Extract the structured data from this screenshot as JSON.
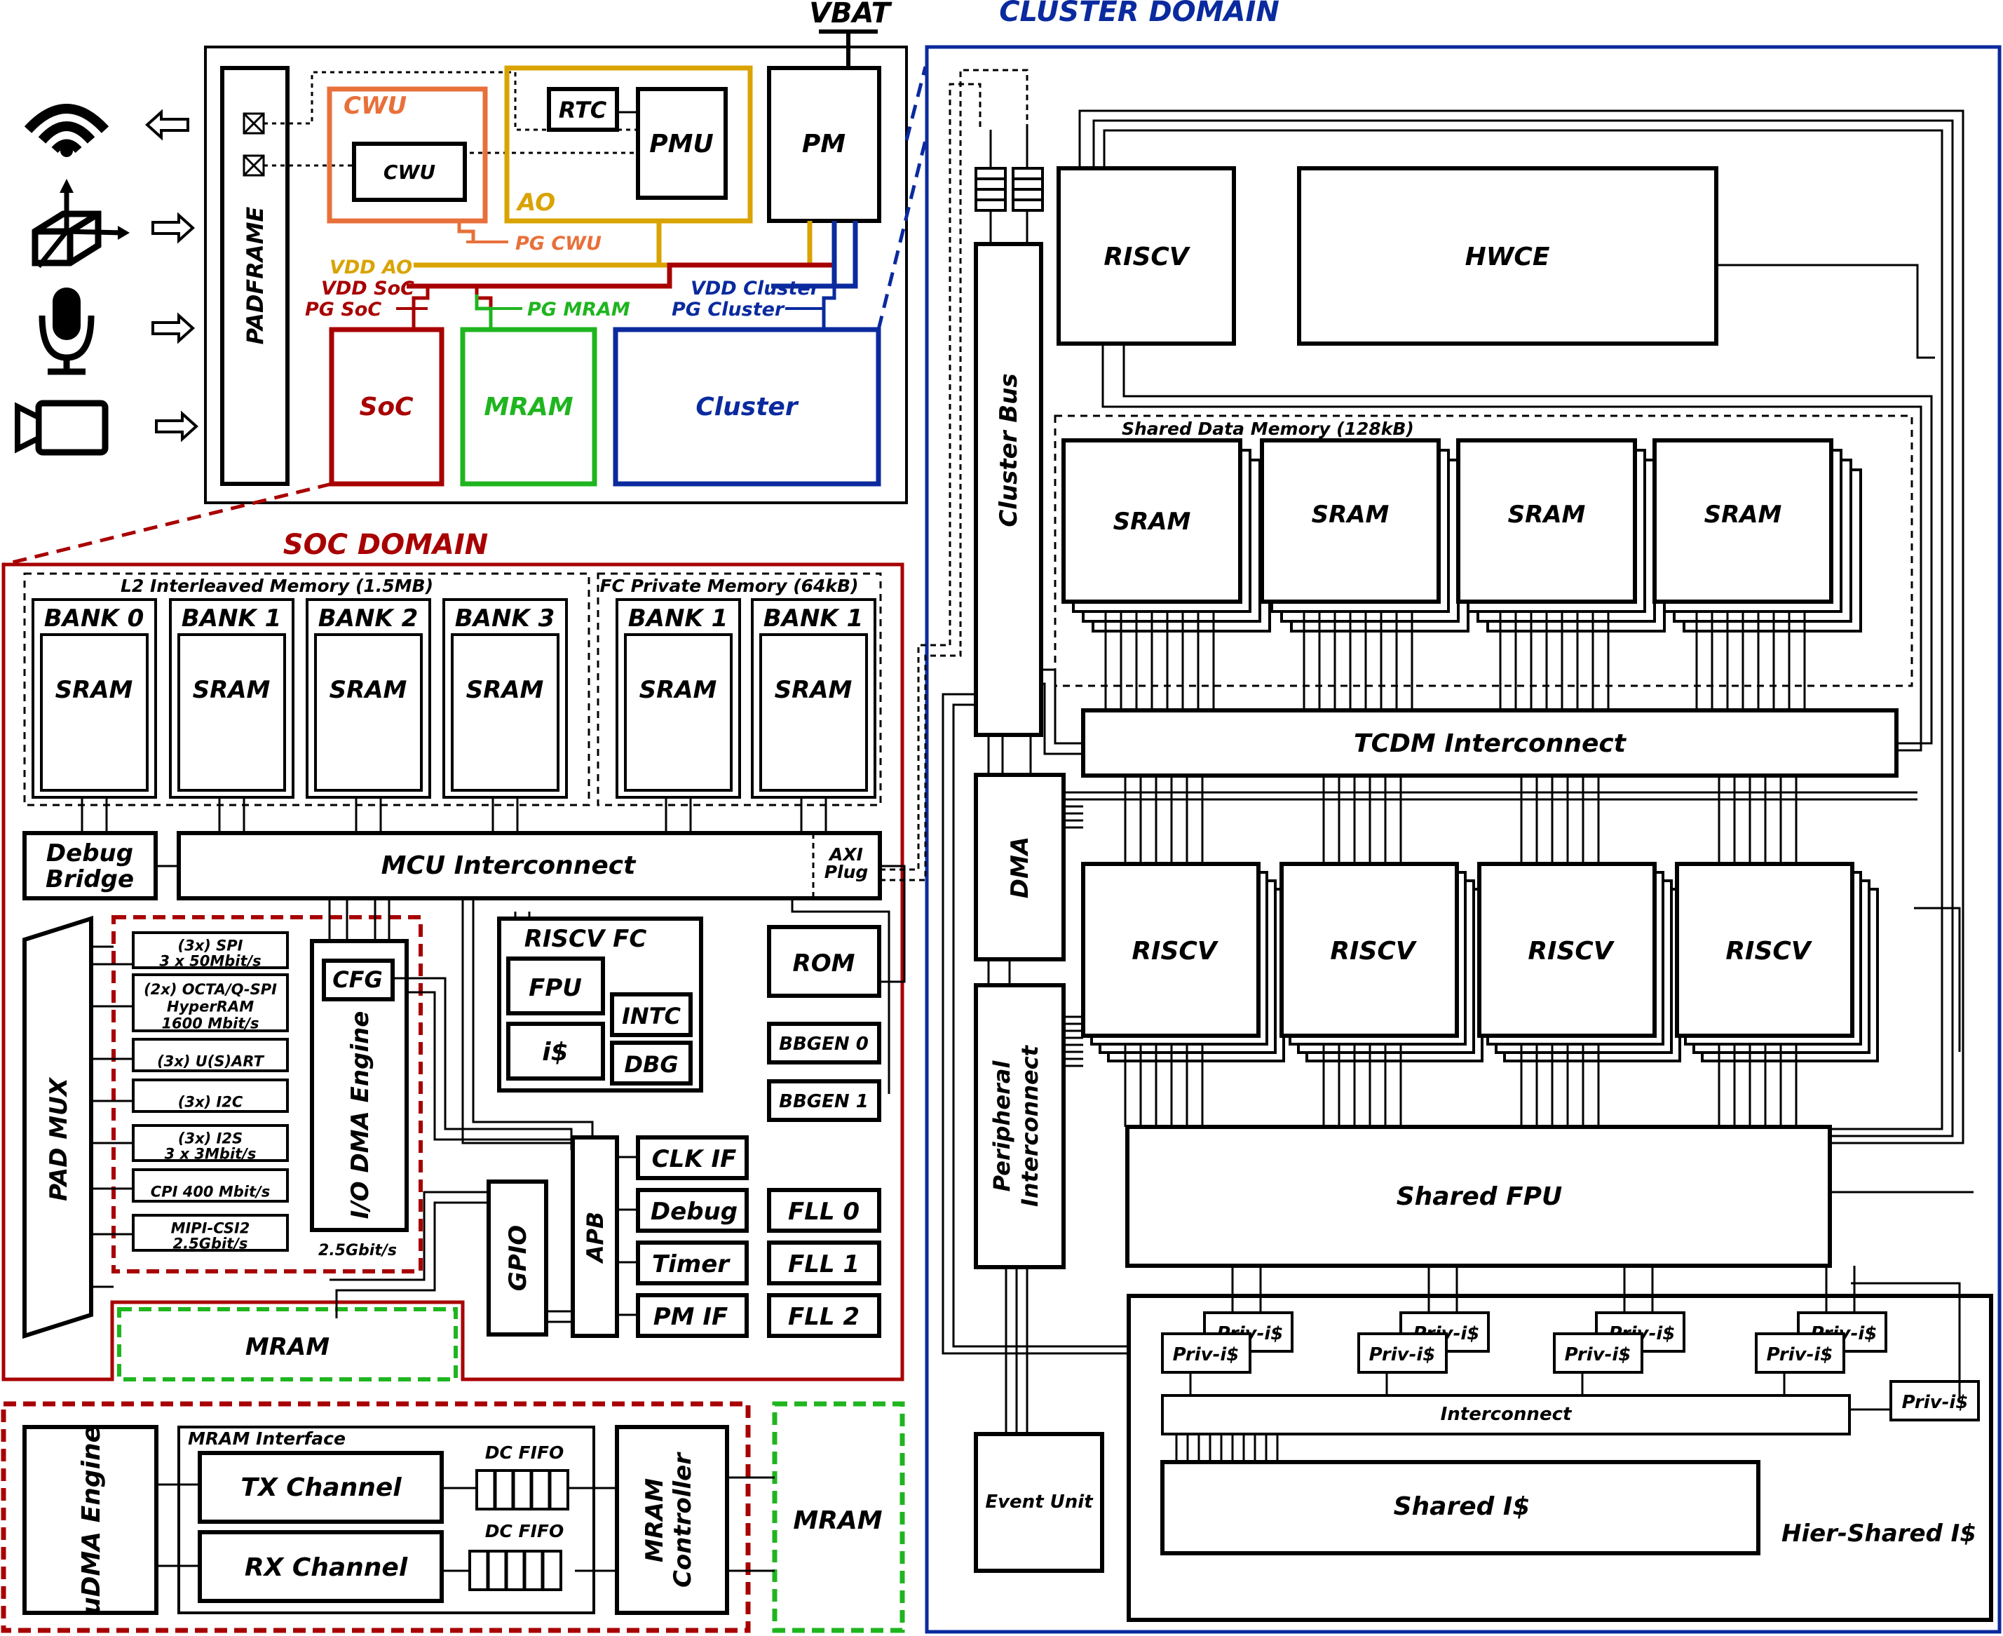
{
  "colors": {
    "soc": "#a80000",
    "mram": "#1fb51f",
    "cluster": "#0a2a9e",
    "ao": "#d9a300",
    "cwu": "#e8703a"
  },
  "icons": [
    "wifi-icon",
    "imu-sensor-icon",
    "microphone-icon",
    "camera-icon"
  ],
  "top": {
    "vbat": "VBAT",
    "padframe": "PADFRAME",
    "cwu_region": "CWU",
    "cwu_block": "CWU",
    "ao_region": "AO",
    "rtc": "RTC",
    "pmu": "PMU",
    "pm": "PM",
    "pg_cwu": "PG CWU",
    "vdd_ao": "VDD AO",
    "vdd_soc": "VDD SoC",
    "pg_soc": "PG SoC",
    "pg_mram": "PG MRAM",
    "vdd_cluster": "VDD Cluster",
    "pg_cluster": "PG Cluster",
    "soc": "SoC",
    "mram": "MRAM",
    "cluster": "Cluster"
  },
  "soc": {
    "title": "SOC DOMAIN",
    "l2_title": "L2 Interleaved Memory (1.5MB)",
    "fc_title": "FC Private Memory (64kB)",
    "l2_banks": [
      "BANK 0",
      "BANK 1",
      "BANK 2",
      "BANK 3"
    ],
    "fc_banks": [
      "BANK 1",
      "BANK 1"
    ],
    "sram": "SRAM",
    "debug_bridge": [
      "Debug",
      "Bridge"
    ],
    "mcu_interconnect": "MCU Interconnect",
    "axi_plug": [
      "AXI",
      "Plug"
    ],
    "pad_mux": "PAD MUX",
    "periph": [
      [
        "(3x) SPI",
        "3 x 50Mbit/s"
      ],
      [
        "(2x) OCTA/Q-SPI",
        "HyperRAM",
        "1600 Mbit/s"
      ],
      [
        "(3x) U(S)ART"
      ],
      [
        "(3x) I2C"
      ],
      [
        "(3x) I2S",
        "3 x 3Mbit/s"
      ],
      [
        "CPI  400 Mbit/s"
      ],
      [
        "MIPI-CSI2",
        "2.5Gbit/s"
      ]
    ],
    "cfg": "CFG",
    "io_dma": "I/O DMA Engine",
    "rate": "2.5Gbit/s",
    "riscv_fc": "RISCV FC",
    "fpu": "FPU",
    "icache": "i$",
    "intc": "INTC",
    "dbg": "DBG",
    "rom": "ROM",
    "bbgen0": "BBGEN 0",
    "bbgen1": "BBGEN 1",
    "gpio": "GPIO",
    "apb": "APB",
    "clk_if": "CLK IF",
    "debug": "Debug",
    "timer": "Timer",
    "pm_if": "PM IF",
    "fll0": "FLL 0",
    "fll1": "FLL 1",
    "fll2": "FLL 2",
    "mram": "MRAM"
  },
  "bottom": {
    "udma": "uDMA Engine",
    "mram_if": "MRAM Interface",
    "tx": "TX Channel",
    "rx": "RX Channel",
    "dc_fifo": "DC FIFO",
    "mram_ctrl": [
      "MRAM",
      "Controller"
    ],
    "mram": "MRAM"
  },
  "cluster": {
    "title": "CLUSTER DOMAIN",
    "riscv": "RISCV",
    "hwce": "HWCE",
    "cluster_bus": "Cluster Bus",
    "shared_mem": "Shared Data Memory (128kB)",
    "sram": "SRAM",
    "tcdm": "TCDM Interconnect",
    "dma": "DMA",
    "periph_ic": [
      "Peripheral",
      "Interconnect"
    ],
    "shared_fpu": "Shared FPU",
    "priv_i": "Priv-i$",
    "interconnect": "Interconnect",
    "shared_i": "Shared I$",
    "hier_shared": "Hier-Shared I$",
    "event_unit": "Event Unit"
  }
}
